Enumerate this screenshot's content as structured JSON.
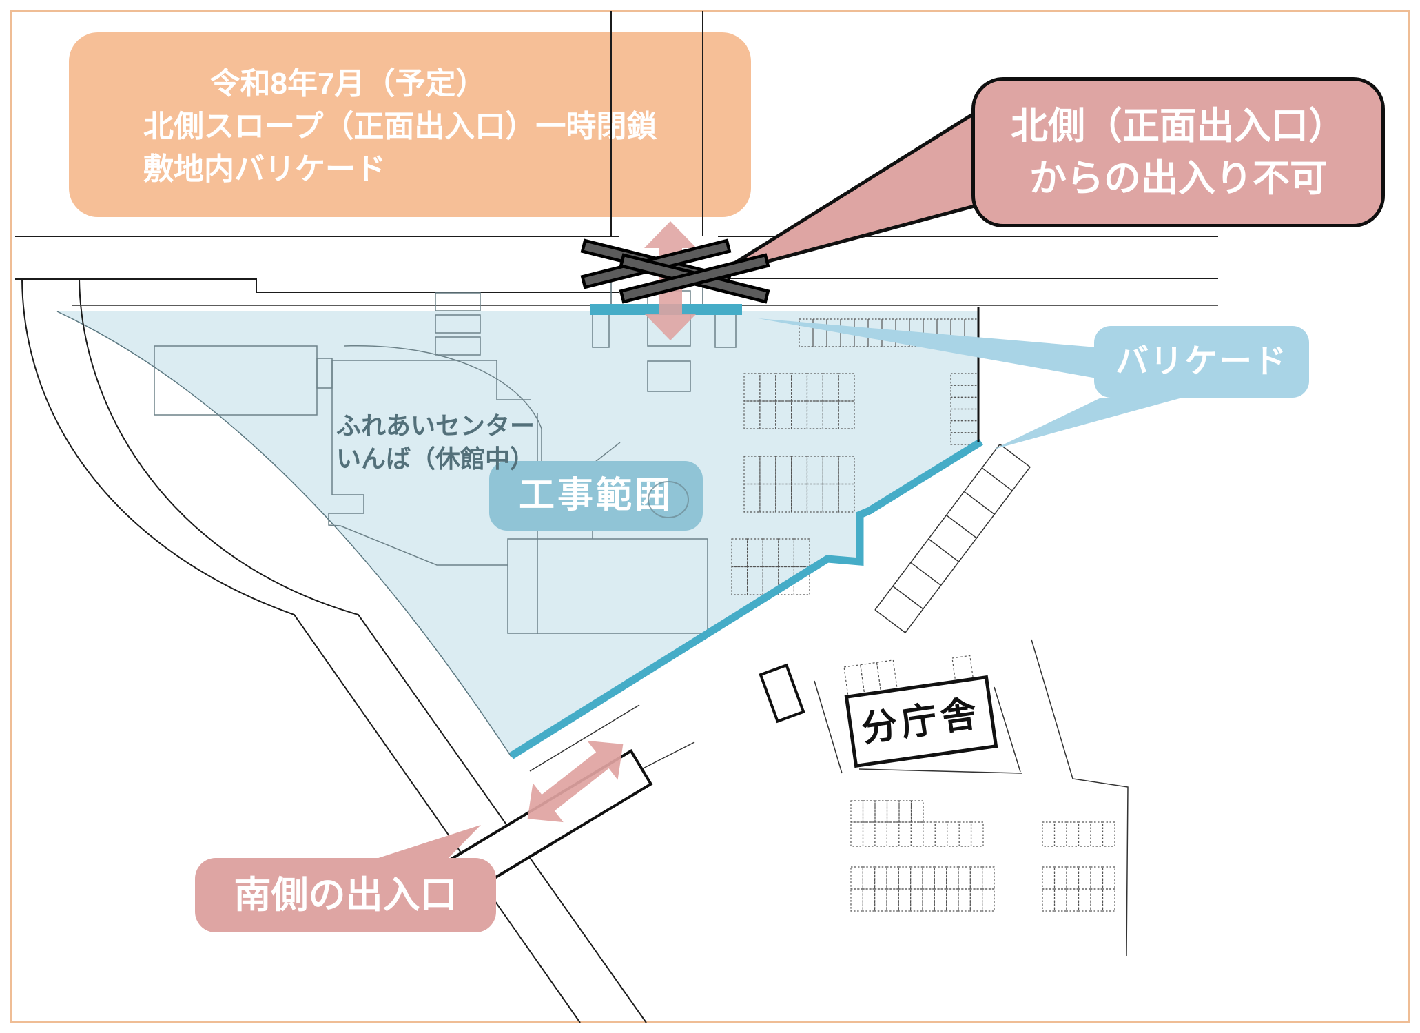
{
  "notes": {
    "schedule": {
      "lines": [
        "令和8年7月（予定）",
        "北側スロープ（正面出入口）一時閉鎖",
        "敷地内バリケード"
      ]
    },
    "north_closed": {
      "lines": [
        "北側（正面出入口）",
        "からの出入り不可"
      ]
    },
    "barricade_label": "バリケード",
    "construction_label": "工事範囲",
    "facility": {
      "lines": [
        "ふれあいセンター",
        "いんば（休館中）"
      ]
    },
    "annex_label": "分庁舎",
    "south_entrance_label": "南側の出入口"
  },
  "colors": {
    "frame_border": "#efbd95",
    "note_orange": "#f6bf97",
    "callout_pink": "#dea5a3",
    "zone_fill": "#dbecf2",
    "barricade_teal": "#45acc7",
    "construction_box_blue": "#90c4d6",
    "barricade_box_blue": "#a9d4e6",
    "facility_text": "#53707a",
    "arrow_pink": "#dfa3a1"
  }
}
